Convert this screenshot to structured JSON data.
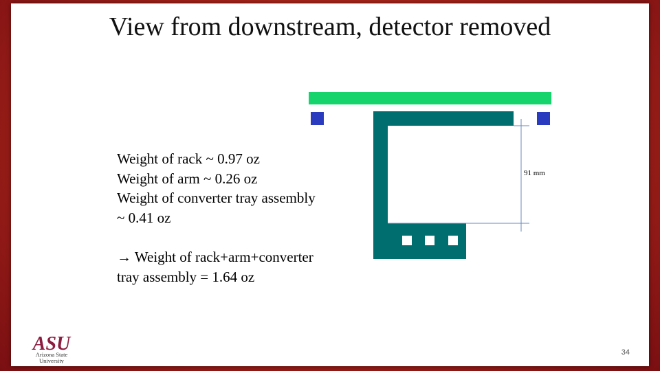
{
  "slide": {
    "title": "View from downstream, detector removed",
    "weights": [
      "Weight of rack ~ 0.97 oz",
      "Weight of arm ~ 0.26 oz",
      "Weight of converter tray assembly",
      "~ 0.41 oz"
    ],
    "total": [
      "→ Weight of rack+arm+converter",
      "tray assembly = 1.64 oz"
    ],
    "dimension_label": "91 mm",
    "page_number": "34"
  },
  "logo": {
    "wordmark": "ASU",
    "line1": "Arizona State",
    "line2": "University"
  },
  "colors": {
    "green_bar": "#15d46c",
    "blue_blocks": "#2a3bc0",
    "arm_teal": "#006e6e",
    "logo_maroon": "#8c1d40"
  }
}
